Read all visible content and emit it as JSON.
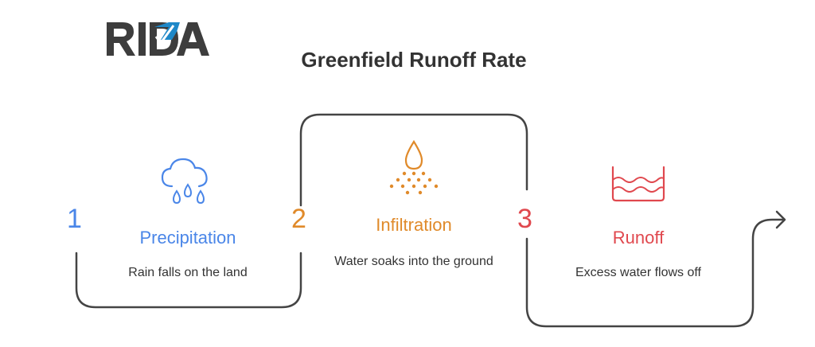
{
  "logo": {
    "text": "RIDA",
    "colors": {
      "dark": "#3d3d3d",
      "accent": "#1e88c8"
    }
  },
  "title": "Greenfield Runoff Rate",
  "steps": [
    {
      "number": "1",
      "title": "Precipitation",
      "description": "Rain falls on the land",
      "icon": "rain-cloud-icon",
      "color": "#4a86e8"
    },
    {
      "number": "2",
      "title": "Infiltration",
      "description": "Water soaks into the ground",
      "icon": "water-drop-soil-icon",
      "color": "#e08a2a"
    },
    {
      "number": "3",
      "title": "Runoff",
      "description": "Excess water flows off",
      "icon": "water-waves-icon",
      "color": "#e0484e"
    }
  ],
  "connector_color": "#444444"
}
